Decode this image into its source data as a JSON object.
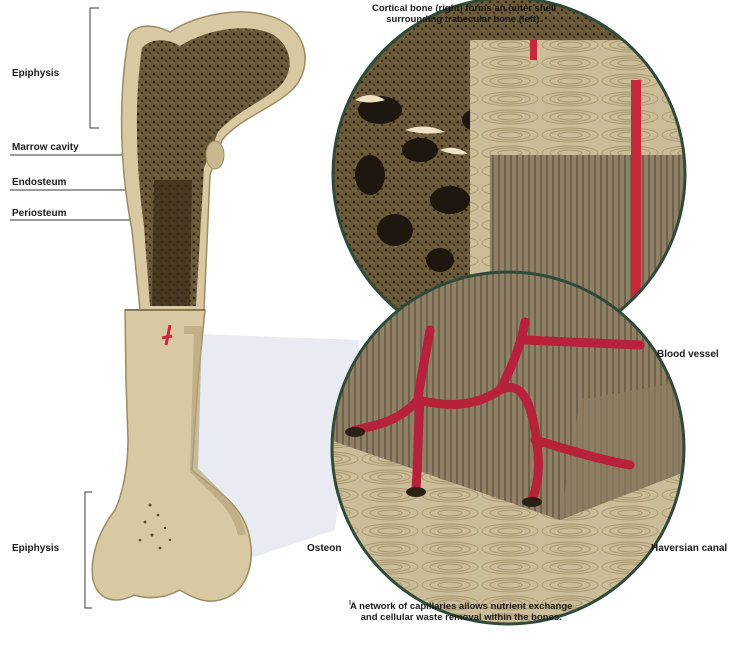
{
  "labels": {
    "epiphysis_top": "Epiphysis",
    "marrow_cavity": "Marrow cavity",
    "endosteum": "Endosteum",
    "periosteum": "Periosteum",
    "epiphysis_bottom": "Epiphysis",
    "blood_vessel": "Blood vessel",
    "osteon": "Osteon",
    "haversian_canal": "Haversian canal"
  },
  "captions": {
    "top": {
      "line1": "Cortical bone (right) forms an outer shell",
      "line2": "surrounding trabecular bone (left)."
    },
    "bottom": {
      "line1": "A network of capillaries allows nutrient exchange",
      "line2": "and cellular waste removal within the bones."
    }
  },
  "colors": {
    "bone": "#d9c9a3",
    "bone_shadow": "#b7a47a",
    "spongy": "#6b5a3a",
    "vessel": "#c8283c",
    "cortical": "#c2b08a",
    "circle_border": "#2f4a38",
    "bg_wedge": "#e4e8ef"
  }
}
